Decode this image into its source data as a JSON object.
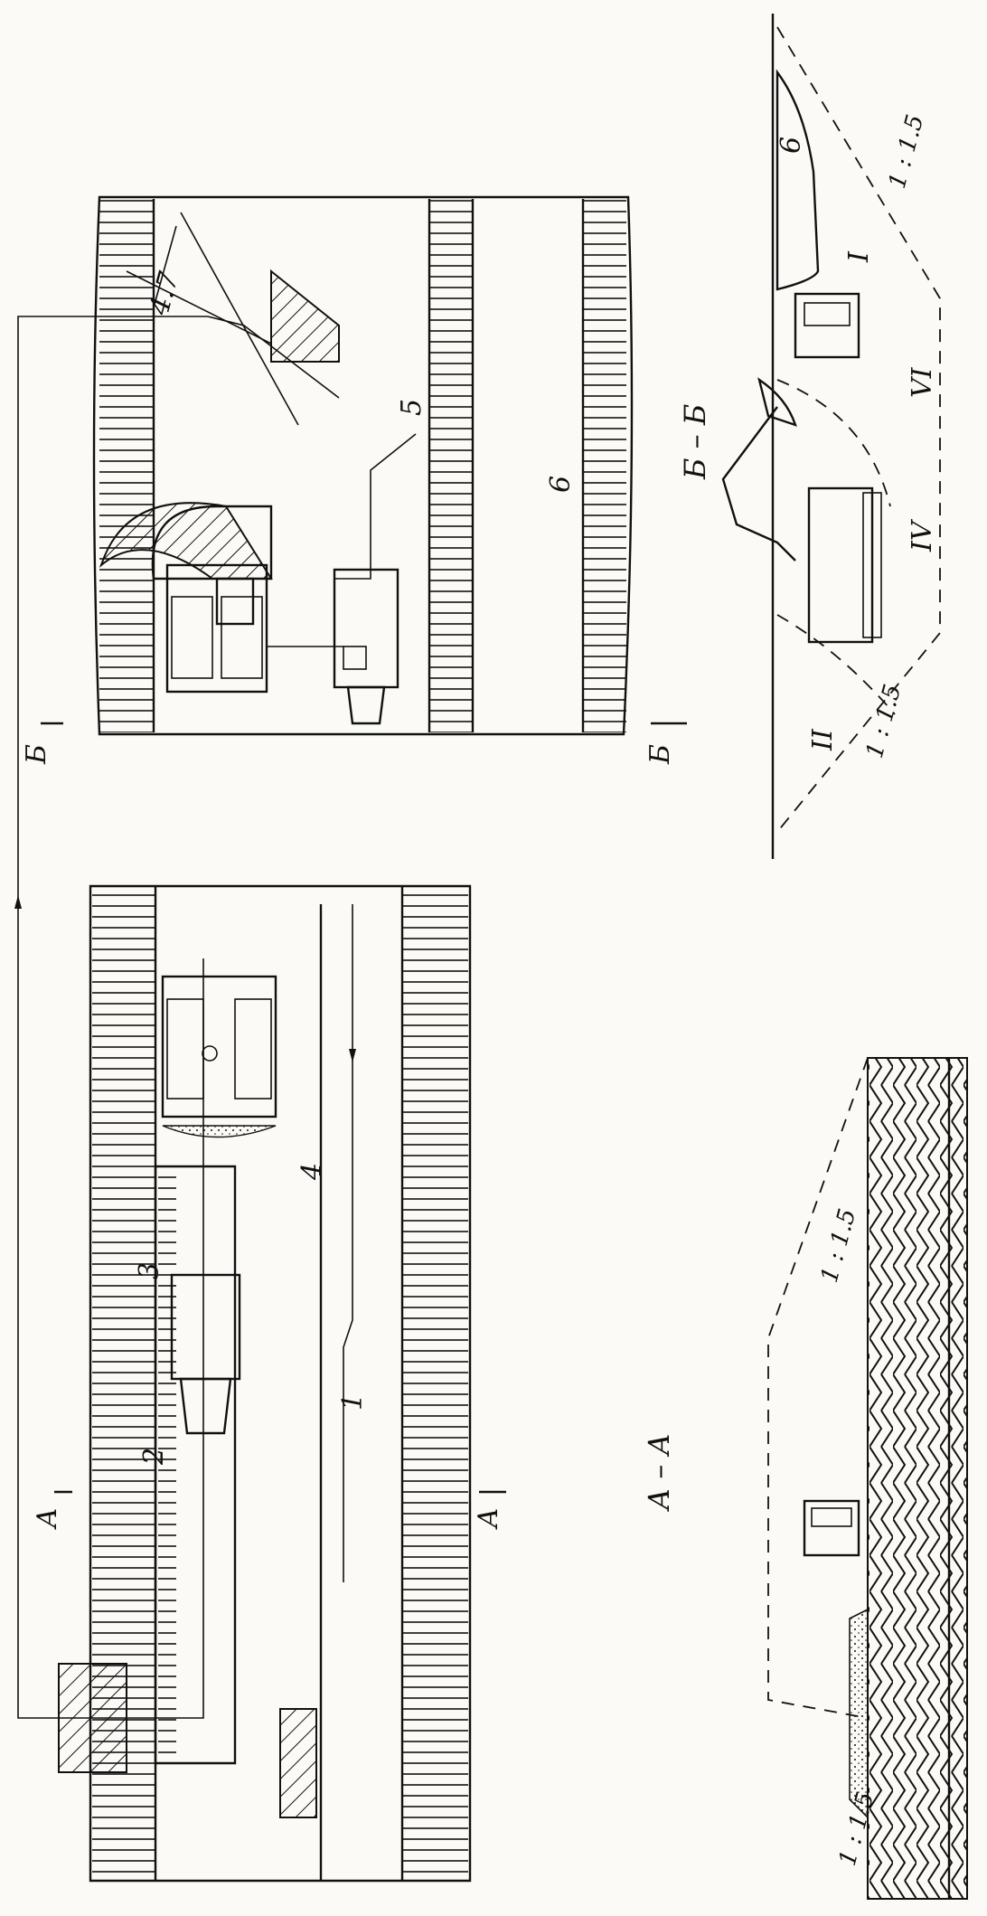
{
  "labels": {
    "callout_1": "1",
    "callout_2": "2",
    "callout_3": "3",
    "callout_4": "4",
    "callout_5": "5",
    "callout_6_left": "6",
    "callout_6_right": "6",
    "dimension": "4.7",
    "section_A_left": "А",
    "section_A_right": "А",
    "section_B_left": "Б",
    "section_B_right": "Б",
    "title_A": "А – А",
    "title_B": "Б – Б",
    "slope_A_left": "1 : 1.5",
    "slope_A_right": "1 : 1.5",
    "slope_B_left": "1 : 1.5",
    "slope_B_right": "1 : 1.5",
    "zone_I": "I",
    "zone_II": "II",
    "zone_IV": "IV",
    "zone_VI": "VI"
  },
  "colors": {
    "ink": "#111111",
    "paper": "#fbfaf6"
  },
  "orientation": "rotated-90-degrees-clockwise"
}
